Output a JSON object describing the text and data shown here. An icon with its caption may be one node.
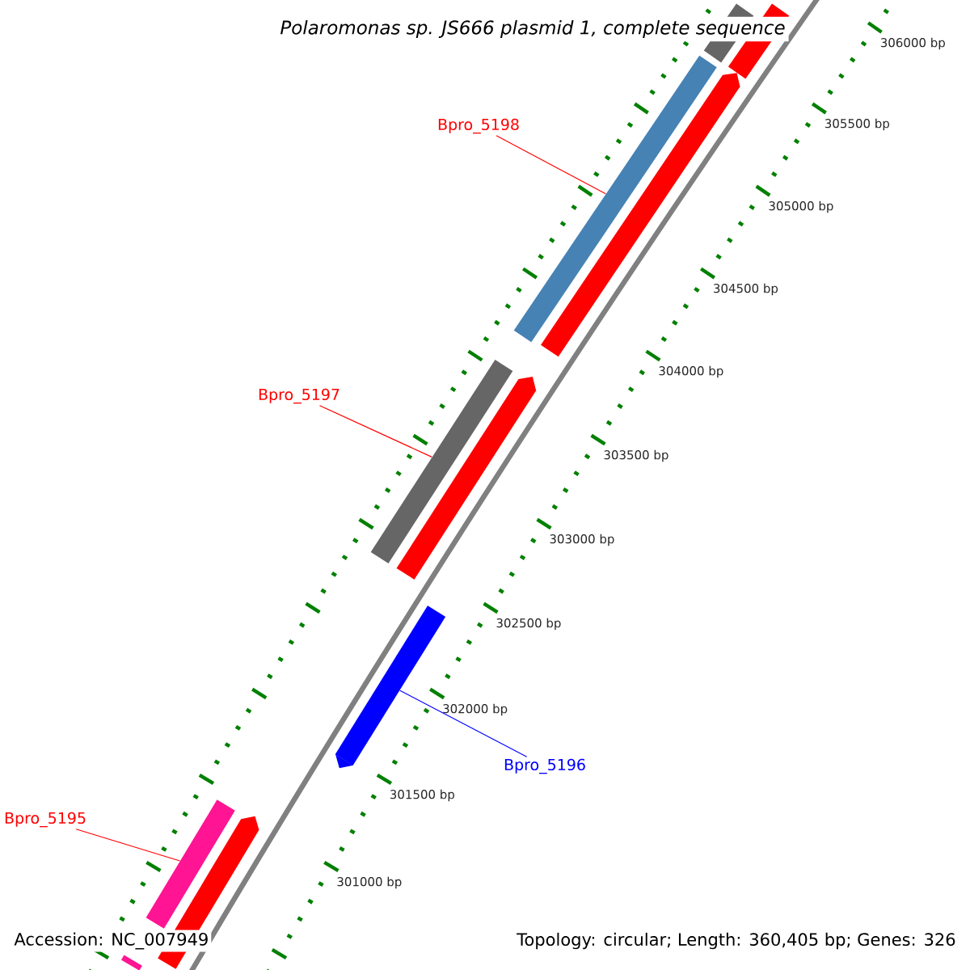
{
  "diagram": {
    "title": "Polaromonas sp. JS666 plasmid 1, complete sequence",
    "nodes": [
      {
        "text": [
          "Bpro_5198"
        ]
      },
      {
        "text": [],
        "shape": "bar"
      },
      {
        "text": [
          "Bpro_5197"
        ]
      },
      {
        "text": [],
        "shape": "bar"
      },
      {
        "text": [
          "Bpro_5196"
        ]
      },
      {
        "text": [],
        "shape": "bar"
      },
      {
        "text": [
          "Bpro_5195"
        ]
      },
      {
        "text": [],
        "shape": "bar"
      }
    ],
    "edges": [
      {
        "from": 0,
        "to": 1,
        "arrow": "none"
      },
      {
        "from": 2,
        "to": 3,
        "arrow": "none"
      },
      {
        "from": 4,
        "to": 5,
        "arrow": "none",
        "color": "#0000ff"
      },
      {
        "from": 6,
        "to": 7,
        "arrow": "none"
      }
    ],
    "labels": [
      "306000 bp",
      "305500 bp",
      "305000 bp",
      "304500 bp",
      "304000 bp",
      "303500 bp",
      "303000 bp",
      "302500 bp",
      "302000 bp",
      "301500 bp",
      "301000 bp",
      "Accession: NC_007949",
      "Topology: circular; Length: 360,405 bp; Genes: 326"
    ]
  }
}
